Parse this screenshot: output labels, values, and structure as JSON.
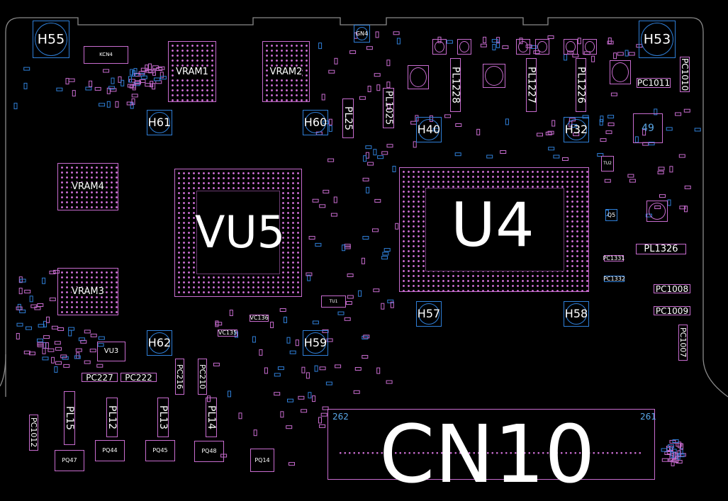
{
  "colors": {
    "background": "#000000",
    "outline": "#8a8a8a",
    "component": "#c86ccf",
    "hole": "#2f7fd8",
    "text": "#ffffff",
    "pin1": "#d8d040"
  },
  "labels": {
    "vu5": "VU5",
    "u4": "U4",
    "cn10": "CN10",
    "vram1": "VRAM1",
    "vram2": "VRAM2",
    "vram3": "VRAM3",
    "vram4": "VRAM4",
    "kcn4": "KCN4",
    "vu3": "VU3",
    "tu1": "TU1",
    "tu2": "TU2",
    "q5": "Q5",
    "h55": "H55",
    "h53": "H53",
    "h61": "H61",
    "h60": "H60",
    "h40": "H40",
    "h32": "H32",
    "h57": "H57",
    "h58": "H58",
    "h62": "H62",
    "h59": "H59",
    "gn4": "GN4",
    "pl25": "PL25",
    "pl1025": "PL1025",
    "pl1228": "PL1228",
    "pl1227": "PL1227",
    "pl1226": "PL1226",
    "pc1010": "PC1010",
    "pc1011": "PC1011",
    "pl1326": "PL1326",
    "pc1331": "PC1331",
    "pc1332": "PC1332",
    "pc1008": "PC1008",
    "pc1009": "PC1009",
    "pc1007": "PC1007",
    "pc227": "PC227",
    "pc222": "PC222",
    "pc216": "PC216",
    "pc210": "PC210",
    "pl15": "PL15",
    "pl12": "PL12",
    "pl13": "PL13",
    "pl14": "PL14",
    "pc1012": "PC1012",
    "vc135": "VC135",
    "vc136": "VC136",
    "pq47": "PQ47",
    "pq44": "PQ44",
    "pq45": "PQ45",
    "pq48": "PQ48",
    "pq14": "PQ14",
    "pin_262": "262",
    "pin_49": "49"
  }
}
